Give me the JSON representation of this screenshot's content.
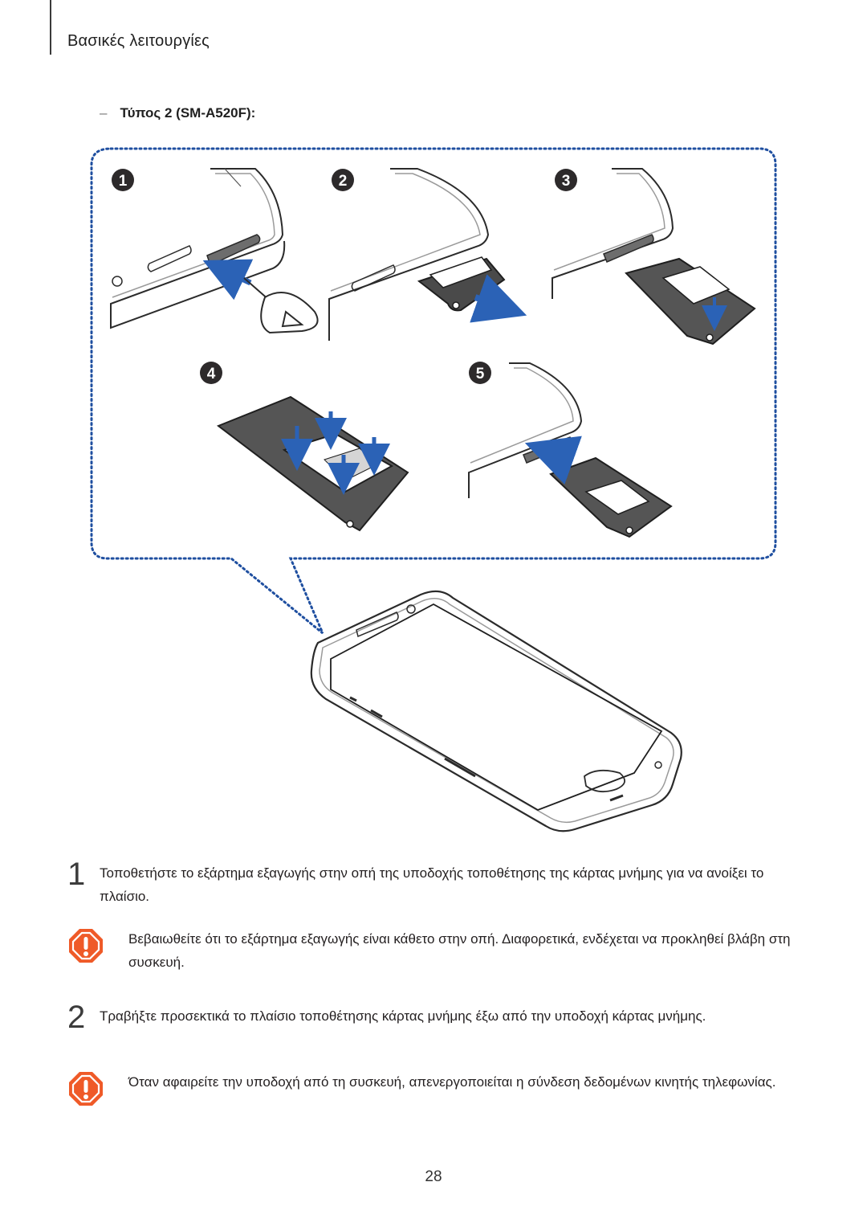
{
  "header": {
    "section_title": "Βασικές λειτουργίες"
  },
  "type_line": {
    "dash": "–",
    "label": "Τύπος 2 (SM-A520F):"
  },
  "illustration": {
    "step_markers": [
      "1",
      "2",
      "3",
      "4",
      "5"
    ]
  },
  "steps": [
    {
      "number": "1",
      "text": "Τοποθετήστε το εξάρτημα εξαγωγής στην οπή της υποδοχής τοποθέτησης της κάρτας μνήμης για να ανοίξει το πλαίσιο."
    },
    {
      "number": "2",
      "text": "Τραβήξτε προσεκτικά το πλαίσιο τοποθέτησης κάρτας μνήμης έξω από την υποδοχή κάρτας μνήμης."
    }
  ],
  "notes": [
    {
      "icon": "caution-icon",
      "text": "Βεβαιωθείτε ότι το εξάρτημα εξαγωγής είναι κάθετο στην οπή. Διαφορετικά, ενδέχεται να προκληθεί βλάβη στη συσκευή."
    },
    {
      "icon": "caution-icon",
      "text": "Όταν αφαιρείτε την υποδοχή από τη συσκευή, απενεργοποιείται η σύνδεση δεδομένων κινητής τηλεφωνίας."
    }
  ],
  "footer": {
    "page_number": "28"
  },
  "colors": {
    "callout_dots": "#1f4fa0",
    "marker": "#2d2a2b",
    "arrow": "#2b62b6",
    "caution": "#ef5a28"
  }
}
